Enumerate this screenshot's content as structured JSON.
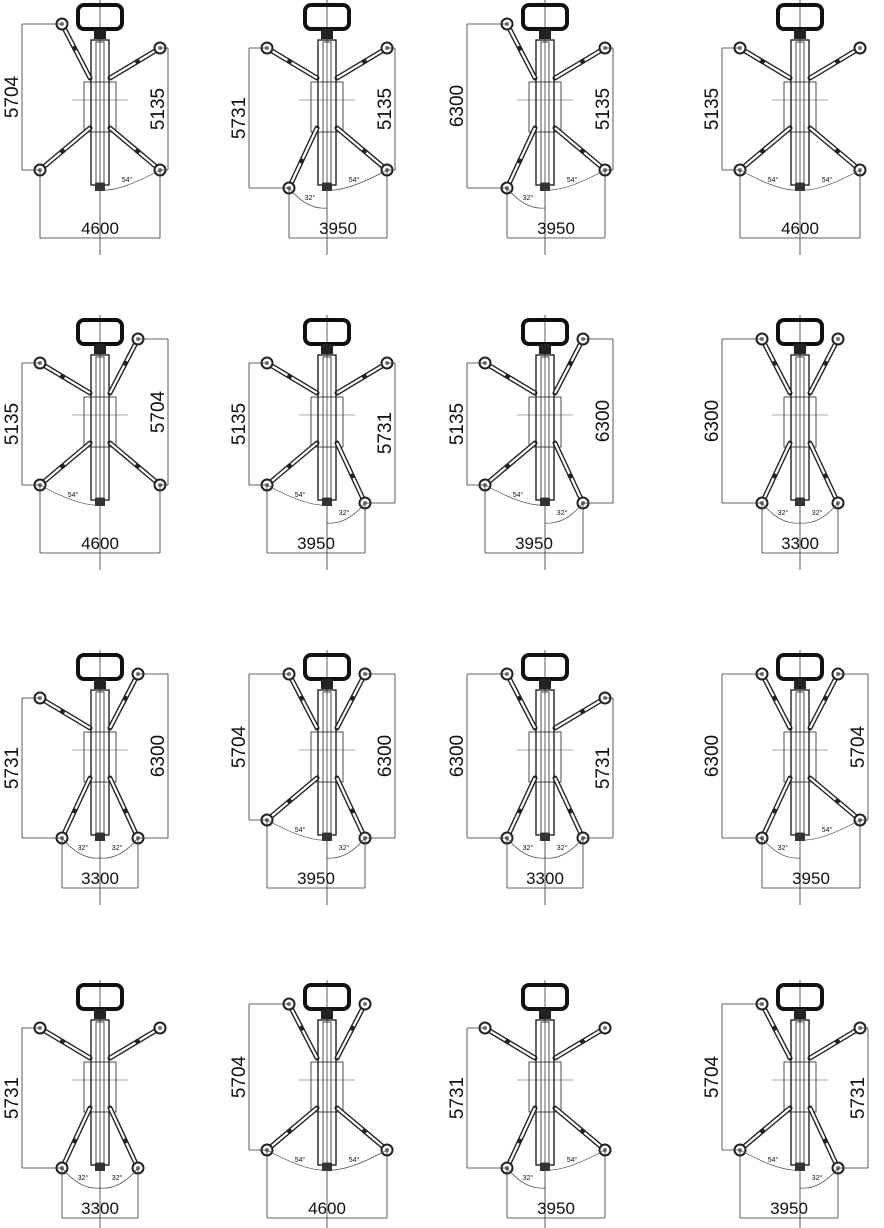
{
  "panels": [
    {
      "left": "5704",
      "right": "5135",
      "bottom": "4600",
      "front": [
        "narrow",
        "wide"
      ],
      "rear": [
        54,
        54
      ],
      "angle_labels": [
        null,
        "54°"
      ]
    },
    {
      "left": "5731",
      "right": "5135",
      "bottom": "3950",
      "front": [
        "wide",
        "wide"
      ],
      "rear": [
        32,
        54
      ],
      "angle_labels": [
        "32°",
        "54°"
      ]
    },
    {
      "left": "6300",
      "right": "5135",
      "bottom": "3950",
      "front": [
        "narrow",
        "wide"
      ],
      "rear": [
        32,
        54
      ],
      "angle_labels": [
        "32°",
        "54°"
      ]
    },
    {
      "left": "5135",
      "right": null,
      "bottom": "4600",
      "front": [
        "wide",
        "wide"
      ],
      "rear": [
        54,
        54
      ],
      "angle_labels": [
        "54°",
        "54°"
      ]
    },
    {
      "left": "5135",
      "right": "5704",
      "bottom": "4600",
      "front": [
        "wide",
        "narrow"
      ],
      "rear": [
        54,
        54
      ],
      "angle_labels": [
        "54°",
        null
      ]
    },
    {
      "left": "5135",
      "right": "5731",
      "bottom": "3950",
      "front": [
        "wide",
        "wide"
      ],
      "rear": [
        54,
        32
      ],
      "angle_labels": [
        "54°",
        "32°"
      ]
    },
    {
      "left": "5135",
      "right": "6300",
      "bottom": "3950",
      "front": [
        "wide",
        "narrow"
      ],
      "rear": [
        54,
        32
      ],
      "angle_labels": [
        "54°",
        "32°"
      ]
    },
    {
      "left": "6300",
      "right": null,
      "bottom": "3300",
      "front": [
        "narrow",
        "narrow"
      ],
      "rear": [
        32,
        32
      ],
      "angle_labels": [
        "32°",
        "32°"
      ]
    },
    {
      "left": "5731",
      "right": "6300",
      "bottom": "3300",
      "front": [
        "wide",
        "narrow"
      ],
      "rear": [
        32,
        32
      ],
      "angle_labels": [
        "32°",
        "32°"
      ]
    },
    {
      "left": "5704",
      "right": "6300",
      "bottom": "3950",
      "front": [
        "narrow",
        "narrow"
      ],
      "rear": [
        54,
        32
      ],
      "angle_labels": [
        "54°",
        "32°"
      ]
    },
    {
      "left": "6300",
      "right": "5731",
      "bottom": "3300",
      "front": [
        "narrow",
        "wide"
      ],
      "rear": [
        32,
        32
      ],
      "angle_labels": [
        "32°",
        "32°"
      ]
    },
    {
      "left": "6300",
      "right": "5704",
      "bottom": "3950",
      "front": [
        "narrow",
        "narrow"
      ],
      "rear": [
        32,
        54
      ],
      "angle_labels": [
        "32°",
        "54°"
      ]
    },
    {
      "left": "5731",
      "right": null,
      "bottom": "3300",
      "front": [
        "wide",
        "wide"
      ],
      "rear": [
        32,
        32
      ],
      "angle_labels": [
        "32°",
        "32°"
      ]
    },
    {
      "left": "5704",
      "right": null,
      "bottom": "4600",
      "front": [
        "narrow",
        "narrow"
      ],
      "rear": [
        54,
        54
      ],
      "angle_labels": [
        "54°",
        "54°"
      ]
    },
    {
      "left": "5731",
      "right": null,
      "bottom": "3950",
      "front": [
        "wide",
        "wide"
      ],
      "rear": [
        32,
        54
      ],
      "angle_labels": [
        "32°",
        "54°"
      ]
    },
    {
      "left": "5704",
      "right": "5731",
      "bottom": "3950",
      "front": [
        "narrow",
        "wide"
      ],
      "rear": [
        54,
        32
      ],
      "angle_labels": [
        "54°",
        "32°"
      ]
    }
  ]
}
